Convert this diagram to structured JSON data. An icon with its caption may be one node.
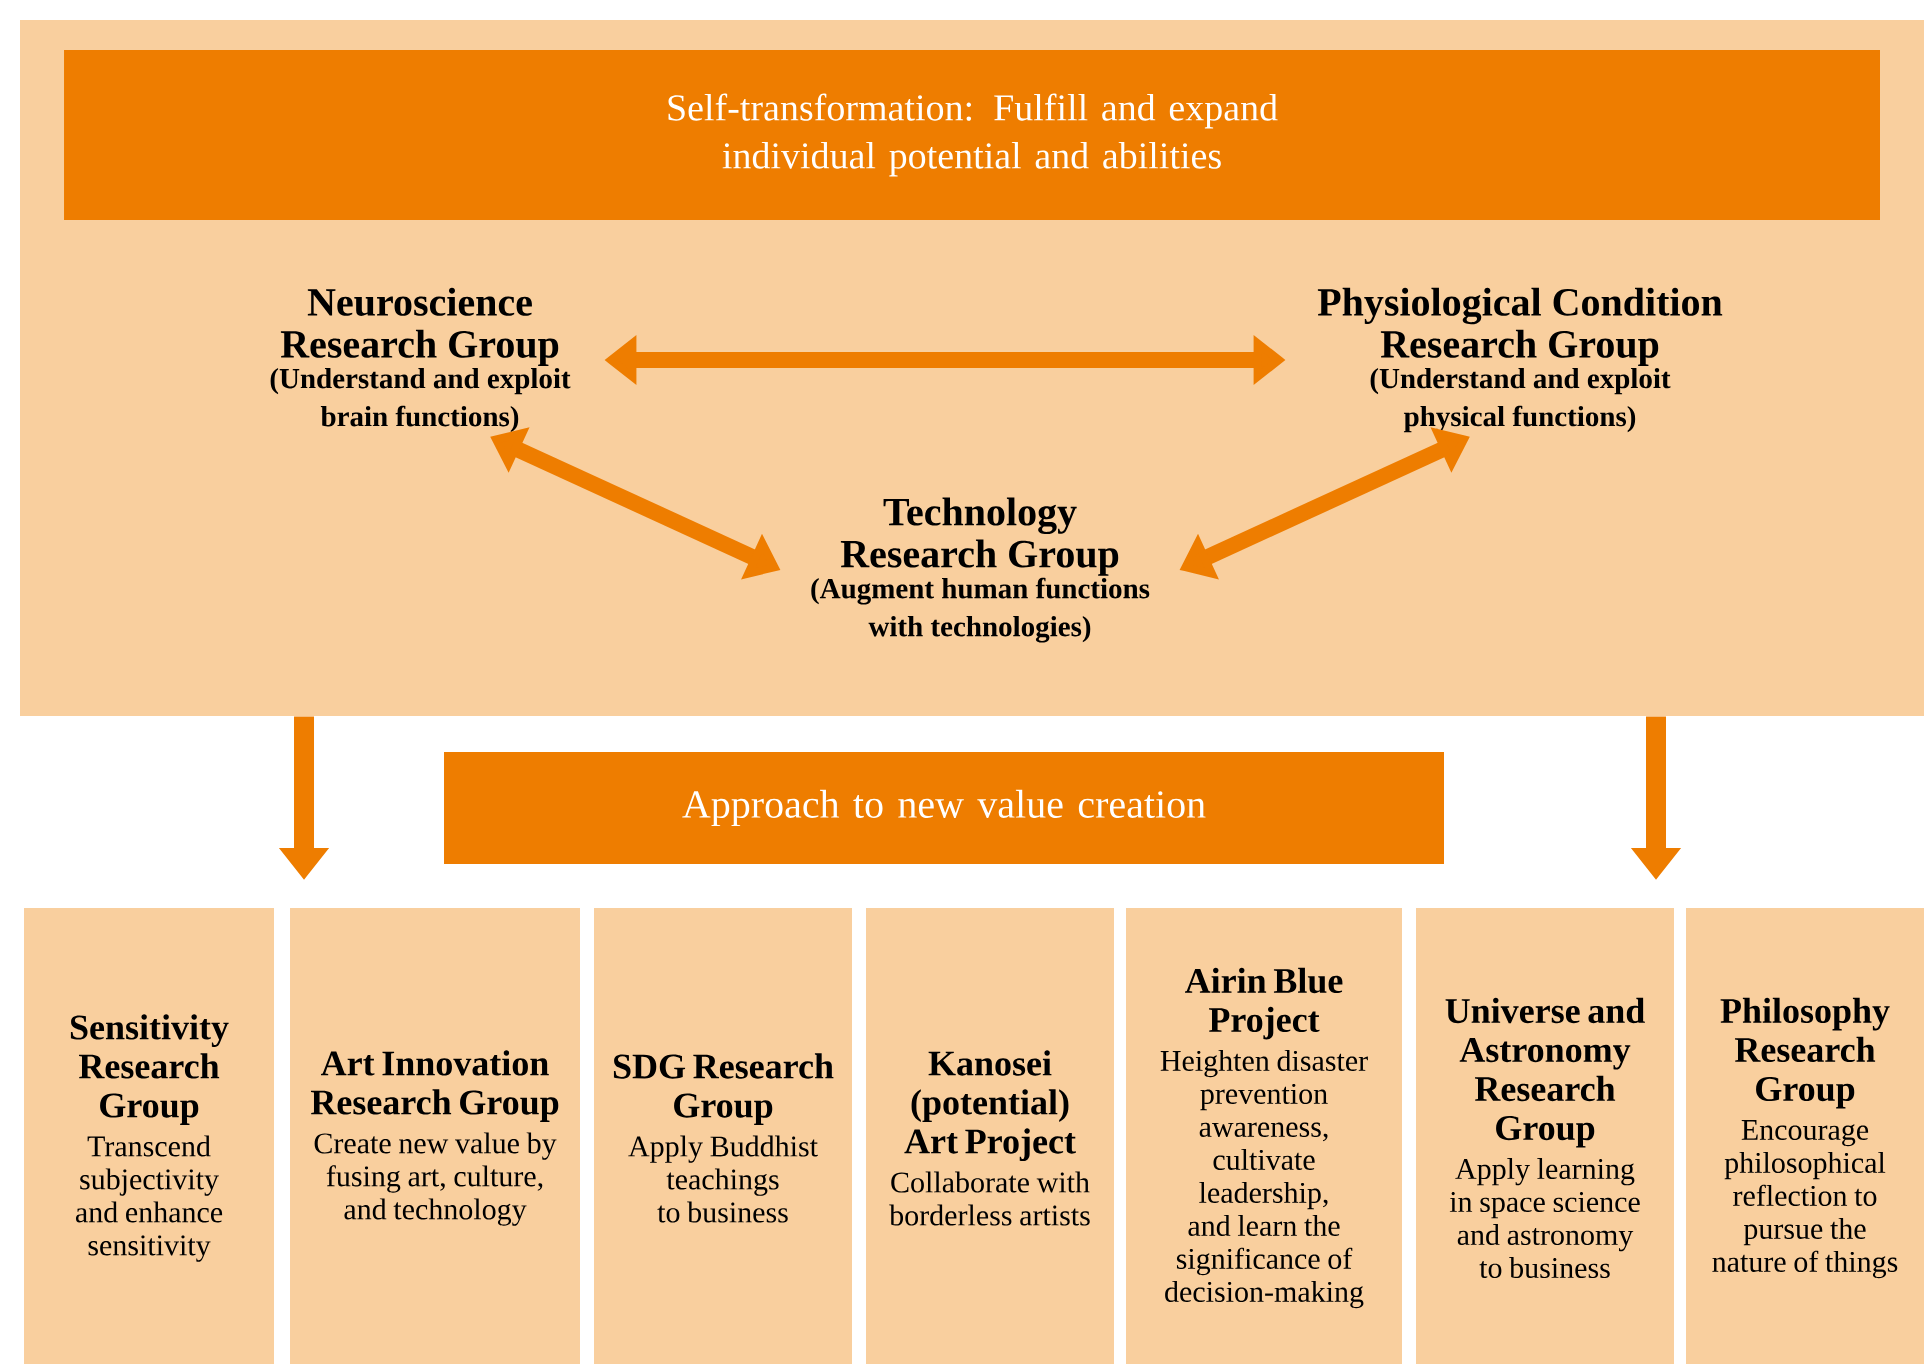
{
  "diagram": {
    "nodes": [
      {
        "text": [],
        "shape": "box"
      },
      {
        "text": [
          "Self-transformation: Fulfill and expand individual potential and abilities"
        ],
        "in": 0
      },
      {
        "text": [
          "Neuroscience Research Group",
          "(Understand and exploit brain functions)"
        ],
        "in": 0
      },
      {
        "text": [
          "Physiological Condition Research Group",
          "(Understand and exploit physical functions)"
        ],
        "in": 0
      },
      {
        "text": [
          "Technology Research Group",
          "(Augment human functions with technologies)"
        ],
        "in": 0
      },
      {
        "text": [
          "Approach to new value creation"
        ]
      },
      {
        "text": [
          "Sensitivity Research Group",
          "Transcend subjectivity and enhance sensitivity"
        ]
      },
      {
        "text": [
          "Art Innovation Research Group",
          "Create new value by fusing art, culture, and technology"
        ]
      },
      {
        "text": [
          "SDG Research Group",
          "Apply Buddhist teachings to business"
        ]
      },
      {
        "text": [
          "Kanosei (potential) Art Project",
          "Collaborate with borderless artists"
        ]
      },
      {
        "text": [
          "Airin Blue Project",
          "Heighten disaster prevention awareness, cultivate leadership, and learn the significance of decision-making"
        ]
      },
      {
        "text": [
          "Universe and Astronomy Research Group",
          "Apply learning in space science and astronomy to business"
        ]
      },
      {
        "text": [
          "Philosophy Research Group",
          "Encourage philosophical reflection to pursue the nature of things"
        ]
      }
    ],
    "edges": [
      {
        "from": 2,
        "to": 3,
        "arrow": "both"
      },
      {
        "from": 2,
        "to": 4,
        "arrow": "both"
      },
      {
        "from": 4,
        "to": 3,
        "arrow": "both"
      },
      {
        "from": 0,
        "to": null,
        "arrow": "to"
      },
      {
        "from": 0,
        "to": null,
        "arrow": "to"
      }
    ]
  }
}
